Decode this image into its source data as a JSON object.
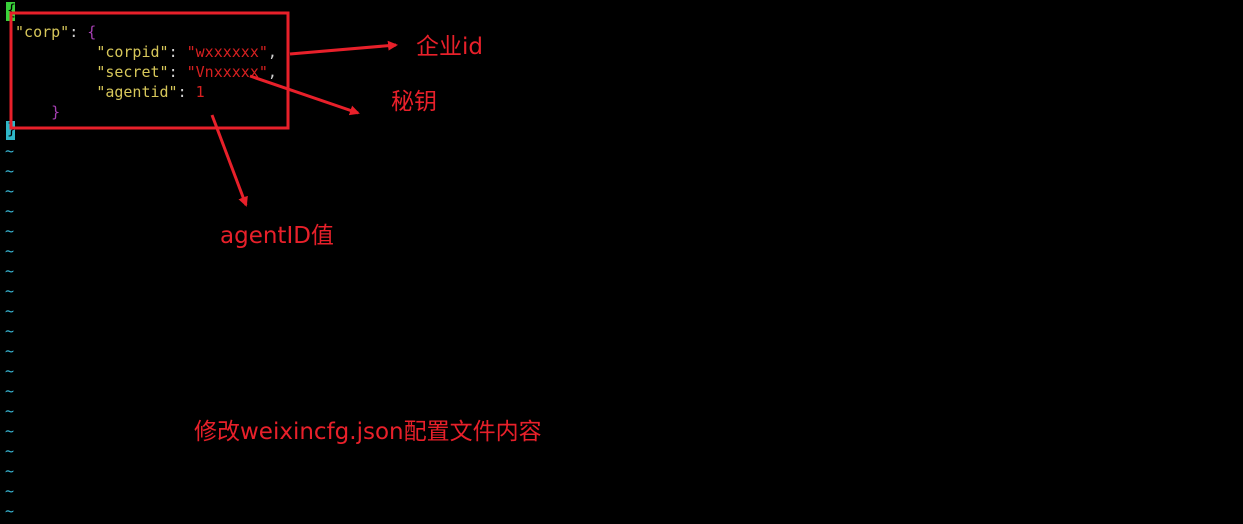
{
  "editor": {
    "cursor_top_char": "{",
    "line1": {
      "key": "\"corp\"",
      "sep": ": ",
      "open": "{"
    },
    "line2": {
      "key": "\"corpid\"",
      "sep": ": ",
      "value": "\"wxxxxxx\"",
      "tail": ","
    },
    "line3": {
      "key": "\"secret\"",
      "sep": ": ",
      "value": "\"Vnxxxxx\"",
      "tail": ","
    },
    "line4": {
      "key": "\"agentid\"",
      "sep": ": ",
      "value": "1"
    },
    "line5": {
      "close": "}"
    },
    "cursor_bottom_char": "}",
    "empty_line_marker": "~",
    "colors": {
      "key": "#d7c75a",
      "string": "#d82020",
      "brace": "#a63fb3",
      "tilde": "#38b8d6",
      "cursor_top": "#39d13a",
      "cursor_bottom": "#2fb7c8",
      "annotation": "#e8202a"
    }
  },
  "annotations": {
    "corpid_label": "企业id",
    "secret_label": "秘钥",
    "agentid_label": "agentID值",
    "caption": "修改weixincfg.json配置文件内容"
  }
}
